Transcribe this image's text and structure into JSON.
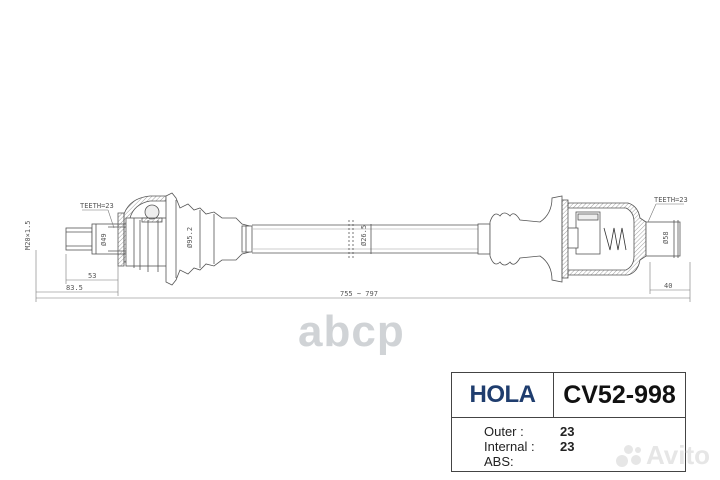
{
  "drawing": {
    "title": "Drive shaft (CV axle) technical drawing",
    "labels": {
      "thread": "M20×1.5",
      "outer_teeth": "TEETH=23",
      "inner_teeth": "TEETH=23",
      "outer_spline_dia": "Ø49",
      "outer_boot_dia": "Ø95.2",
      "shaft_dia": "Ø26.5",
      "inner_joint_dia": "Ø58",
      "dim_53": "53",
      "dim_83_5": "83.5",
      "dim_total": "755 ~ 797",
      "dim_40": "40"
    }
  },
  "watermarks": {
    "center": "abcp",
    "corner": "Avito"
  },
  "info": {
    "brand": "HOLA",
    "part_number": "CV52-998",
    "rows": [
      {
        "label": "Outer :",
        "value": "23"
      },
      {
        "label": "Internal :",
        "value": "23"
      },
      {
        "label": "ABS:",
        "value": ""
      }
    ],
    "colors": {
      "brand": "#1f3d6e",
      "part_number": "#111111"
    }
  }
}
